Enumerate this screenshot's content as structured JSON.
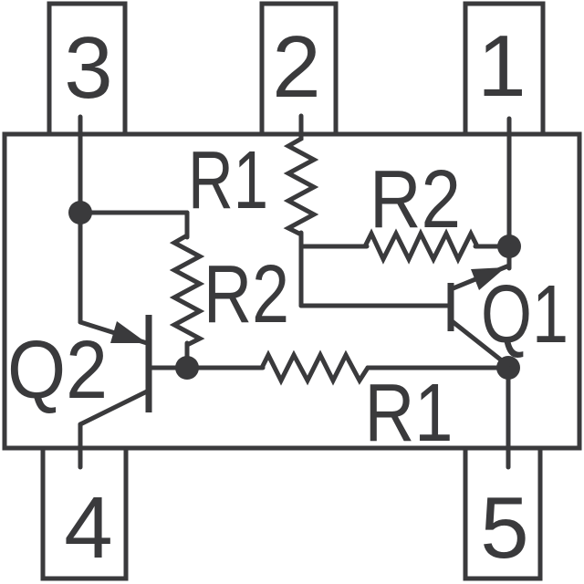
{
  "schematic": {
    "colors": {
      "ink": "#3a3a3c",
      "background": "#ffffff"
    },
    "pins": [
      {
        "number": "1",
        "position": "top-right"
      },
      {
        "number": "2",
        "position": "top-center"
      },
      {
        "number": "3",
        "position": "top-left"
      },
      {
        "number": "4",
        "position": "bottom-left"
      },
      {
        "number": "5",
        "position": "bottom-right"
      }
    ],
    "resistors": [
      {
        "label": "R1",
        "orientation": "vertical",
        "location": "top-center, from pin 2"
      },
      {
        "label": "R2",
        "orientation": "horizontal",
        "location": "upper-right, to pin 1 node"
      },
      {
        "label": "R2",
        "orientation": "vertical",
        "location": "middle-left, to Q2 base"
      },
      {
        "label": "R1",
        "orientation": "horizontal",
        "location": "lower-middle, between base nodes"
      }
    ],
    "transistors": [
      {
        "label": "Q1",
        "polarity": "NPN",
        "location": "right"
      },
      {
        "label": "Q2",
        "polarity": "PNP",
        "location": "left"
      }
    ]
  }
}
